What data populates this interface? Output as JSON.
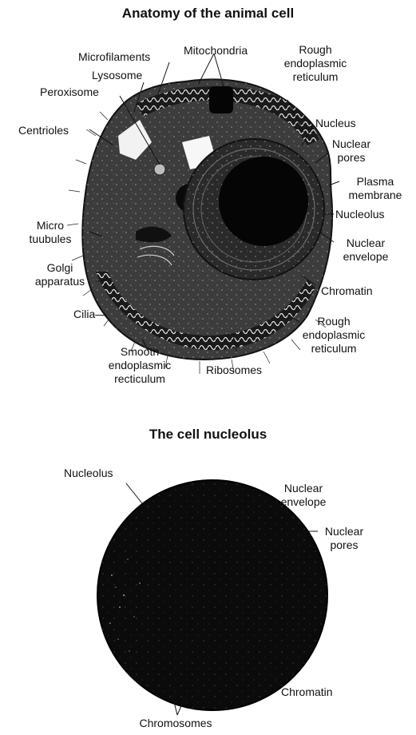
{
  "cell_diagram": {
    "title": "Anatomy of the animal cell",
    "labels": {
      "microfilaments": "Microfilaments",
      "mitochondria": "Mitochondria",
      "rough_er_top_1": "Rough",
      "rough_er_top_2": "endoplasmic",
      "rough_er_top_3": "reticulum",
      "lysosome": "Lysosome",
      "peroxisome": "Peroxisome",
      "nucleus": "Nucleus",
      "centrioles": "Centrioles",
      "nuclear_pores_1": "Nuclear",
      "nuclear_pores_2": "pores",
      "plasma_membrane_1": "Plasma",
      "plasma_membrane_2": "membrane",
      "nucleolus": "Nucleolus",
      "microtubules_1": "Micro",
      "microtubules_2": "tuubules",
      "nuclear_envelope_1": "Nuclear",
      "nuclear_envelope_2": "envelope",
      "golgi_1": "Golgi",
      "golgi_2": "apparatus",
      "chromatin": "Chromatin",
      "cilia": "Cilia—",
      "rough_er_bottom_1": "Rough",
      "rough_er_bottom_2": "endoplasmic",
      "rough_er_bottom_3": "reticulum",
      "smooth_er_1": "Smooth",
      "smooth_er_2": "endoplasmic",
      "smooth_er_3": "recticulum",
      "ribosomes": "Ribosomes"
    }
  },
  "nucleolus_diagram": {
    "title": "The cell nucleolus",
    "labels": {
      "nucleolus": "Nucleolus",
      "nuclear_envelope_1": "Nuclear",
      "nuclear_envelope_2": "envelope",
      "nuclear_pores_1": "Nuclear",
      "nuclear_pores_2": "pores",
      "chromatin": "Chromatin",
      "chromosomes": "Chromosomes"
    }
  },
  "colors": {
    "ink": "#111111",
    "cell_fill": "#3a3a3a",
    "dark_fill": "#0d0d0d",
    "light_detail": "#d9d9d9"
  }
}
